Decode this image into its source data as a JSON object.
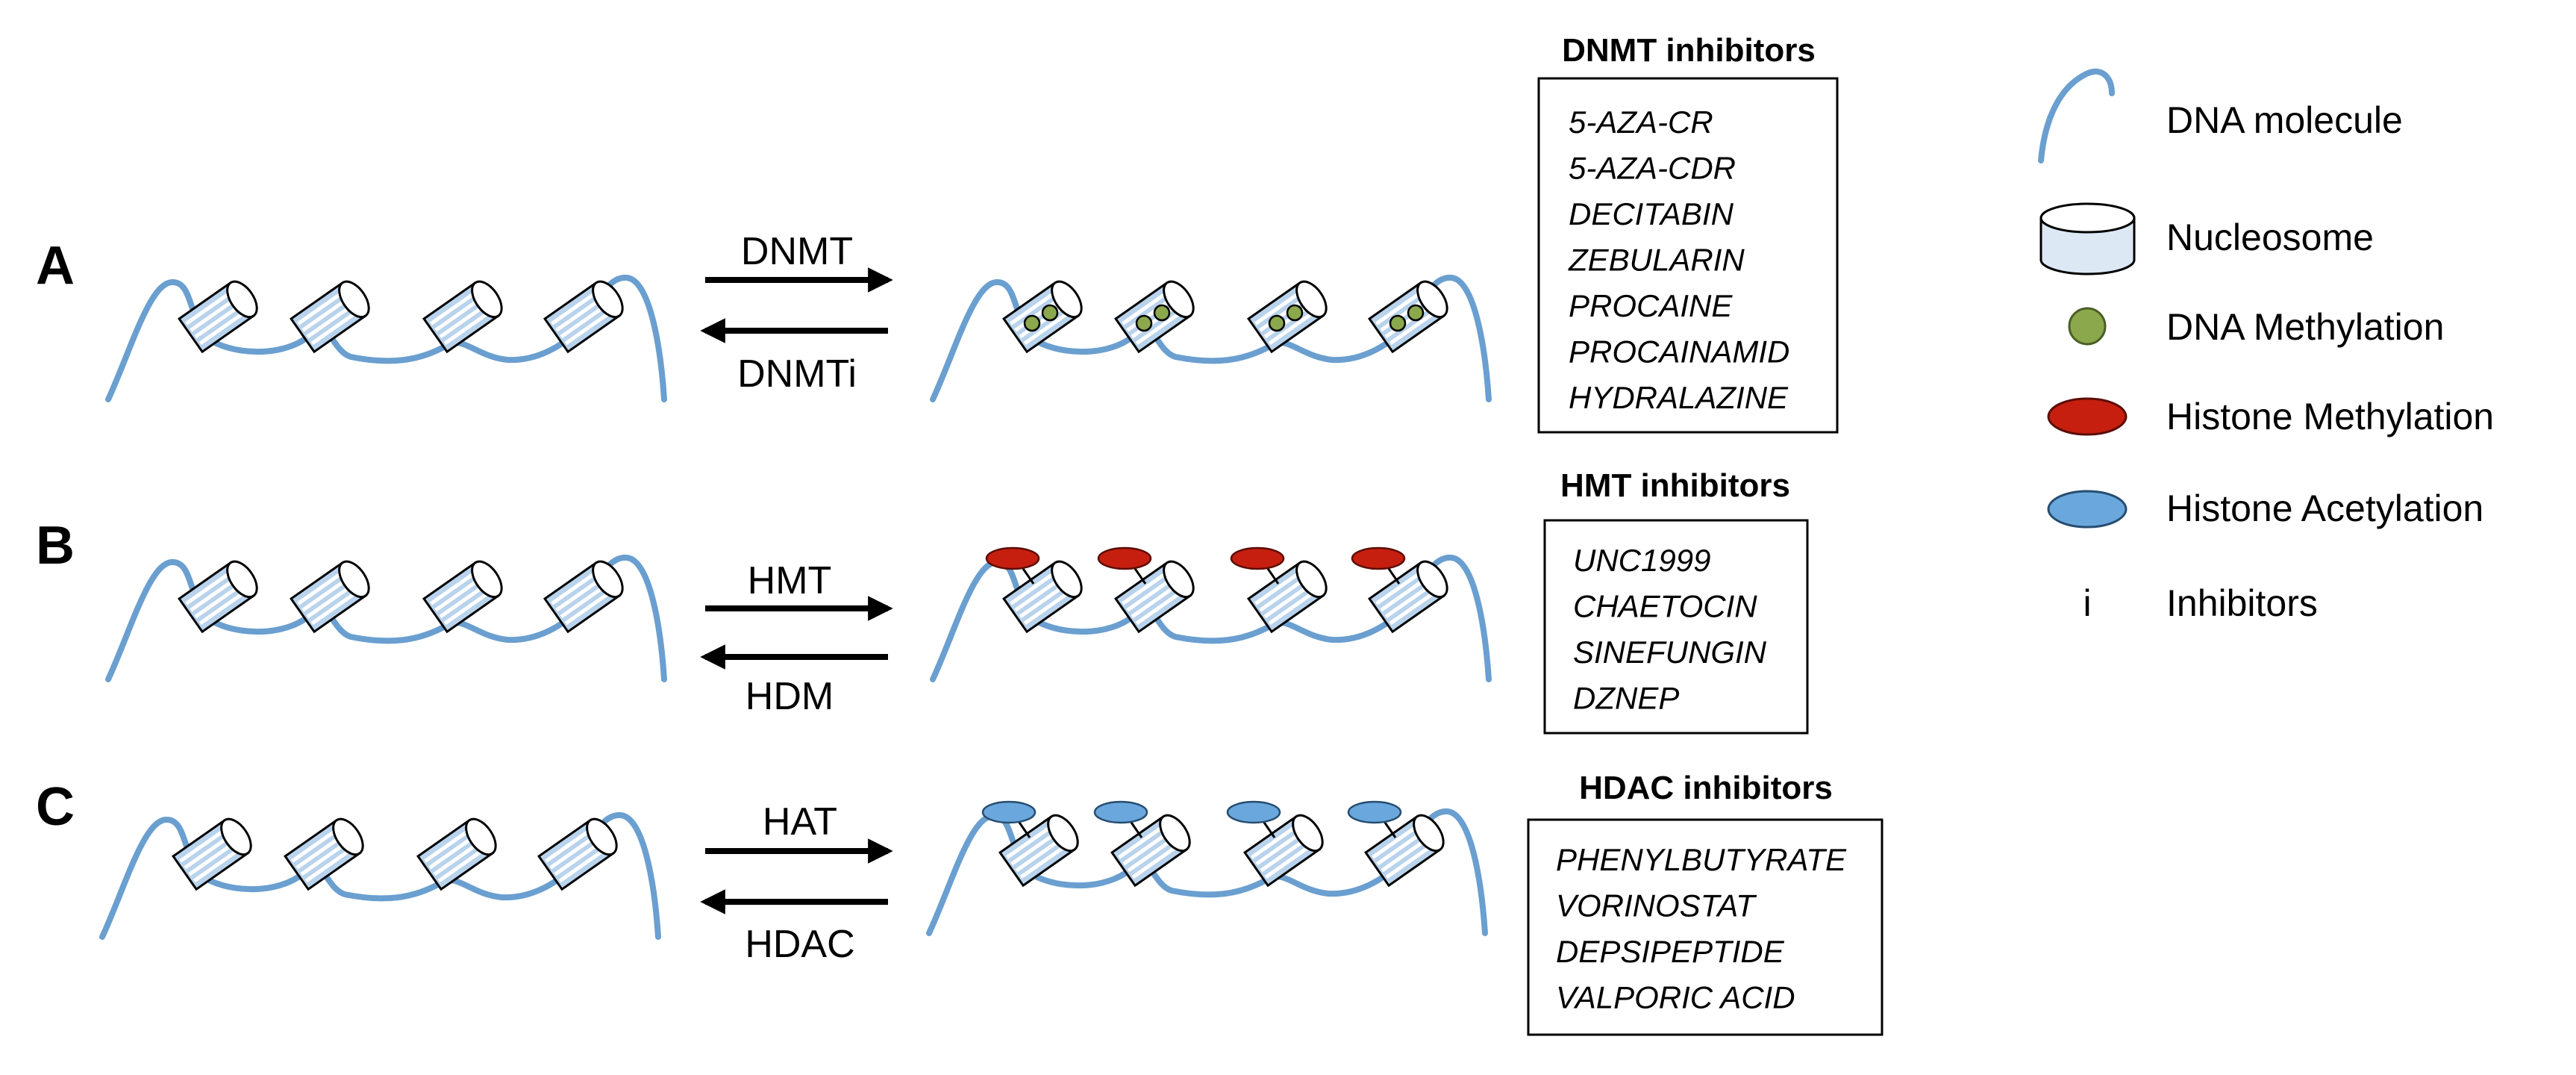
{
  "rows": [
    {
      "letter": "A",
      "forward_label": "DNMT",
      "reverse_label": "DNMTi",
      "mark": "DNA Methylation",
      "inhibitors_title": "DNMT inhibitors",
      "inhibitors": [
        "5-AZA-CR",
        "5-AZA-CDR",
        "DECITABIN",
        "ZEBULARIN",
        "PROCAINE",
        "PROCAINAMID",
        "HYDRALAZINE"
      ]
    },
    {
      "letter": "B",
      "forward_label": "HMT",
      "reverse_label": "HDM",
      "mark": "Histone Methylation",
      "inhibitors_title": "HMT inhibitors",
      "inhibitors": [
        "UNC1999",
        "CHAETOCIN",
        "SINEFUNGIN",
        "DZNEP"
      ]
    },
    {
      "letter": "C",
      "forward_label": "HAT",
      "reverse_label": "HDAC",
      "mark": "Histone Acetylation",
      "inhibitors_title": "HDAC inhibitors",
      "inhibitors": [
        "PHENYLBUTYRATE",
        "VORINOSTAT",
        "DEPSIPEPTIDE",
        "VALPORIC ACID"
      ]
    }
  ],
  "legend": [
    {
      "symbol": "dna-molecule-icon",
      "label": "DNA molecule"
    },
    {
      "symbol": "nucleosome-icon",
      "label": "Nucleosome"
    },
    {
      "symbol": "dna-methylation-icon",
      "label": "DNA Methylation"
    },
    {
      "symbol": "histone-methylation-icon",
      "label": "Histone Methylation"
    },
    {
      "symbol": "histone-acetylation-icon",
      "label": "Histone Acetylation"
    },
    {
      "symbol": "inhibitor-symbol",
      "label": "Inhibitors",
      "glyph": "i"
    }
  ],
  "colors": {
    "dna": "#6a9fd0",
    "nucleosome_fill": "#b9d3ec",
    "nucleosome_stripe": "#ffffff",
    "dna_methylation": "#8ba84d",
    "histone_methylation": "#c61f0f",
    "histone_acetylation": "#6aa7dc",
    "legend_nucleosome": "#dce9f5"
  }
}
